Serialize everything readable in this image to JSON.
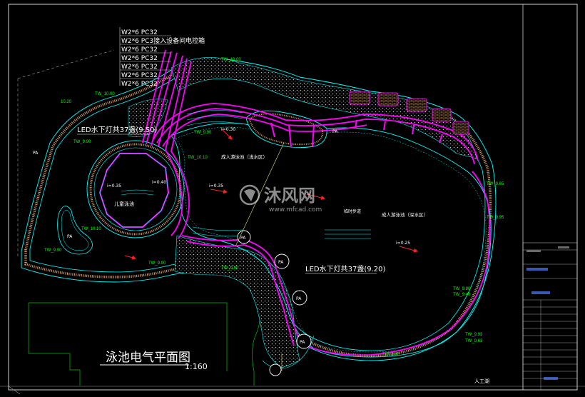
{
  "cable_labels": [
    "W2*6    PC32",
    "W2*6    PC3接入设备间电控箱",
    "W2*6    PC32",
    "W2*6    PC32",
    "W2*6    PC32",
    "W2*6    PC32",
    "W2*6    PC32"
  ],
  "led_labels": {
    "led_a": "LED水下灯共37盏(9.50)",
    "led_b": "LED水下灯共37盏(9.20)"
  },
  "pool_labels": {
    "kids_pool": "儿童泳池",
    "adult_pool_shallow": "成人游泳池（浅水区）",
    "adult_pool_deep": "成人游泳池（深水区）",
    "bridge": "临时步道"
  },
  "pa_labels": [
    "PA",
    "PA",
    "PA",
    "PA",
    "PA",
    "PA",
    "PA"
  ],
  "elevations": [
    "TW_10.00",
    "TW_10.00",
    "10.20",
    "TW_9.90",
    "TW_10.10",
    "TW_10.10",
    "TW_9.90",
    "TW_9.90",
    "TW_9.65",
    "TW_9.95",
    "TW_9.80",
    "TW_9.40",
    "TW_9.93",
    "TW_9.63",
    "TW_9.80",
    "TW_9.90",
    "TW_9.90"
  ],
  "water_levels": [
    "i=0.35",
    "i=0.35",
    "i=0.40",
    "i=0.25",
    "i=0.30"
  ],
  "drawing_title": "泳池电气平面图",
  "scale": "1:160",
  "corner_note": "人工湖",
  "watermark": {
    "brand": "沐风网",
    "url": "www.mfcad.com"
  },
  "colors": {
    "background": "#000000",
    "pool_outline": "#00ffff",
    "conduit": "#ff00ff",
    "elevation_text": "#00ff00",
    "paving": "#a0a0a0",
    "frame": "#ffffff",
    "title_block_text": "#4f7cff",
    "arrow": "#ff2020"
  }
}
